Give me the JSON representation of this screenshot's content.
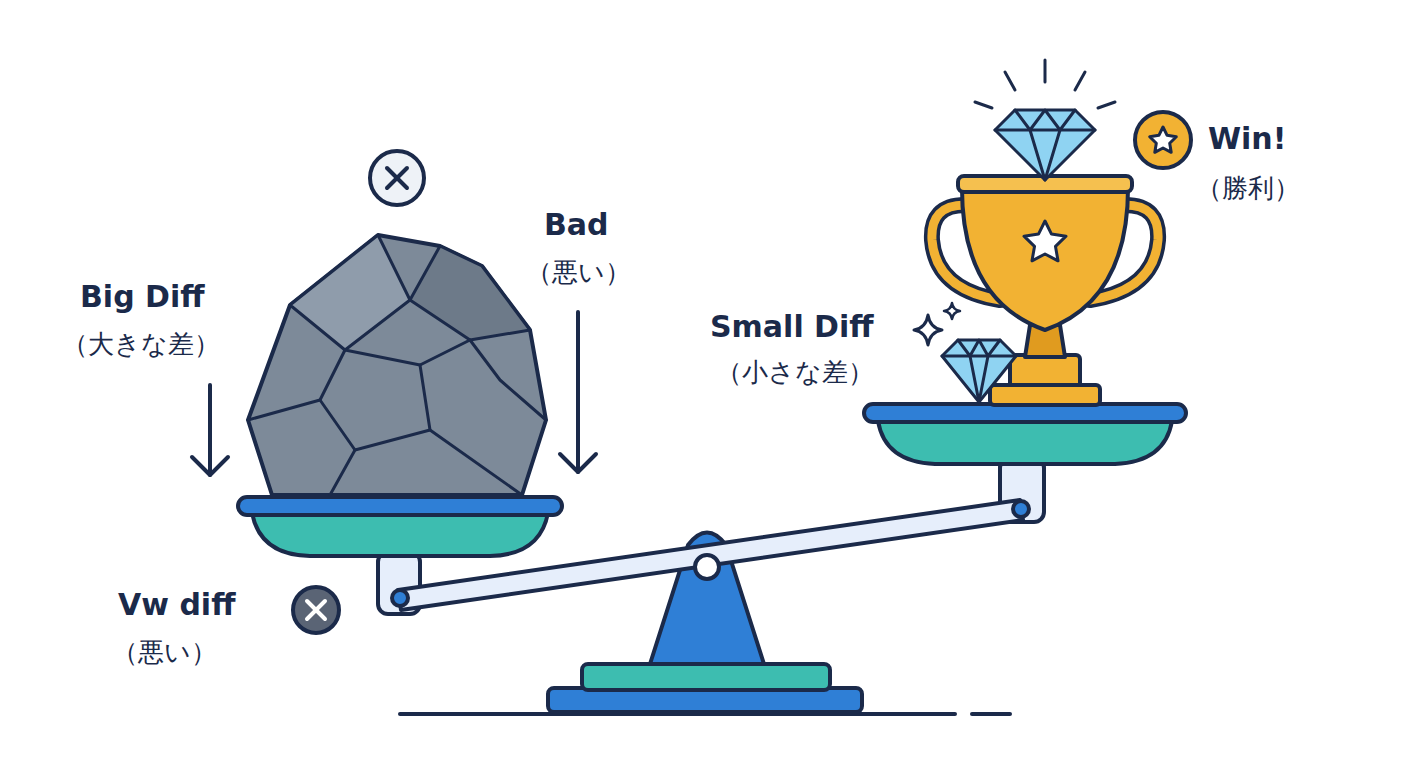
{
  "diagram": {
    "labels": [
      "Big Diff",
      "（大きな差）",
      "Bad",
      "（悪い）",
      "Small Diff",
      "（小さな差）",
      "Win!",
      "（勝利）",
      "Vw diff",
      "（悪い）"
    ]
  }
}
